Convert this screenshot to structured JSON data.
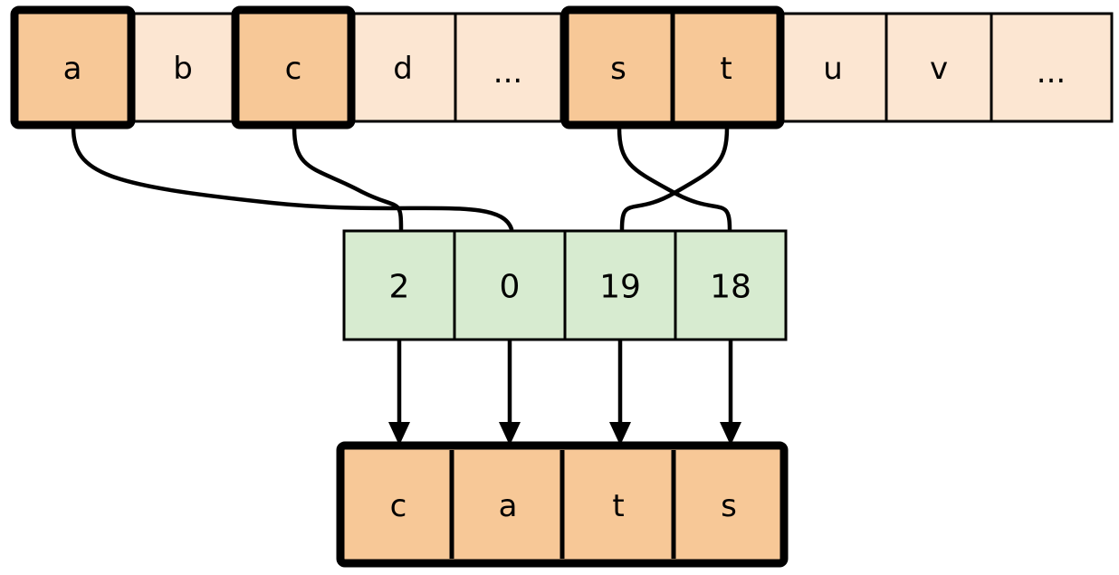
{
  "diagram": {
    "title": "alphabet-index-lookup-diagram",
    "colors": {
      "highlight_fill": "#F7C897",
      "normal_fill": "#FCE6D2",
      "index_fill": "#D7EBD0",
      "border": "#000000",
      "background": "#FFFFFF"
    },
    "alphabet_row": {
      "name": "alphabet-array",
      "cells": [
        {
          "label": "a",
          "highlighted": true
        },
        {
          "label": "b",
          "highlighted": false
        },
        {
          "label": "c",
          "highlighted": true
        },
        {
          "label": "d",
          "highlighted": false
        },
        {
          "label": "...",
          "highlighted": false
        },
        {
          "label": "s",
          "highlighted": true
        },
        {
          "label": "t",
          "highlighted": true
        },
        {
          "label": "u",
          "highlighted": false
        },
        {
          "label": "v",
          "highlighted": false
        },
        {
          "label": "...",
          "highlighted": false
        }
      ]
    },
    "index_row": {
      "name": "index-array",
      "cells": [
        {
          "label": "2"
        },
        {
          "label": "0"
        },
        {
          "label": "19"
        },
        {
          "label": "18"
        }
      ]
    },
    "output_row": {
      "name": "output-array",
      "cells": [
        {
          "label": "c"
        },
        {
          "label": "a"
        },
        {
          "label": "t"
        },
        {
          "label": "s"
        }
      ]
    },
    "connections": [
      {
        "from": "a",
        "to": "0",
        "crosses": true
      },
      {
        "from": "c",
        "to": "2",
        "crosses": true
      },
      {
        "from": "s",
        "to": "18",
        "crosses": true
      },
      {
        "from": "t",
        "to": "19",
        "crosses": true
      }
    ],
    "arrows": [
      {
        "from": "2",
        "to": "c"
      },
      {
        "from": "0",
        "to": "a"
      },
      {
        "from": "19",
        "to": "t"
      },
      {
        "from": "18",
        "to": "s"
      }
    ]
  }
}
